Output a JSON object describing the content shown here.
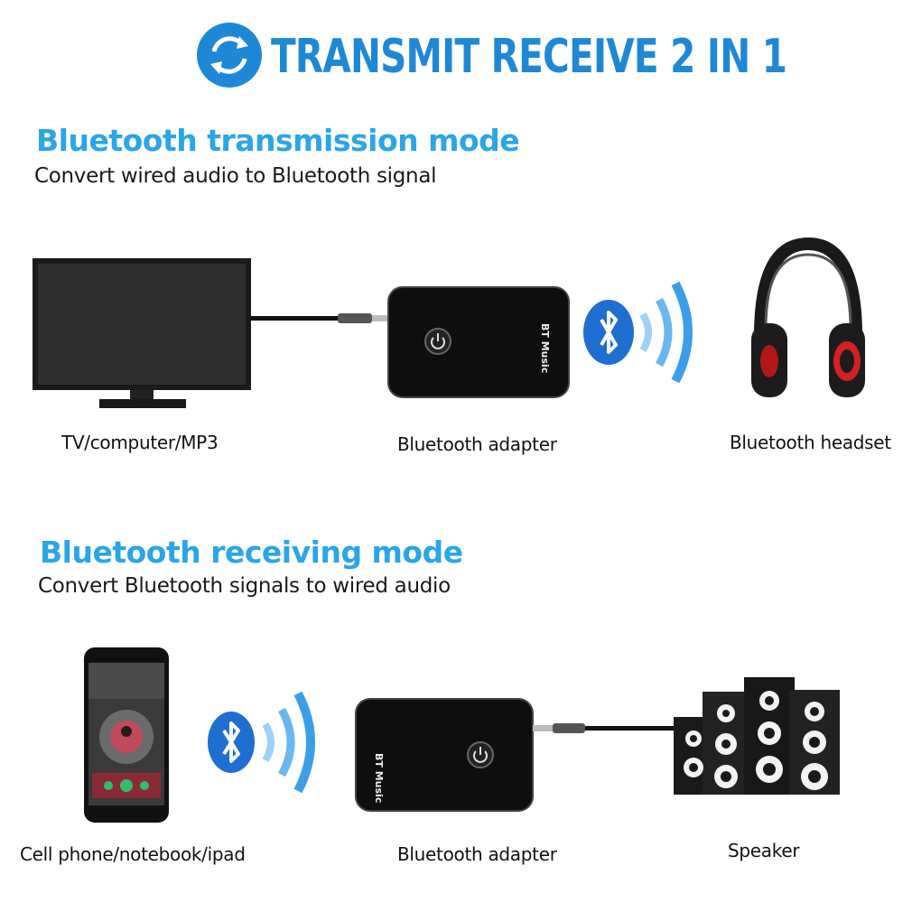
{
  "header": {
    "title": "TRANSMIT RECEIVE 2 IN 1",
    "icon": "sync-arrows-icon",
    "accent_color": "#1f88d6"
  },
  "transmission": {
    "title": "Bluetooth transmission mode",
    "subtitle": "Convert wired audio to Bluetooth signal",
    "devices": [
      {
        "label": "TV/computer/MP3",
        "icon": "tv-monitor-icon"
      },
      {
        "label": "Bluetooth adapter",
        "icon": "bluetooth-adapter-icon",
        "device_text": "BT  Music"
      },
      {
        "label": "Bluetooth headset",
        "icon": "headphones-icon"
      }
    ]
  },
  "receiving": {
    "title": "Bluetooth receiving mode",
    "subtitle": "Convert Bluetooth signals to wired audio",
    "devices": [
      {
        "label": "Cell phone/notebook/ipad",
        "icon": "smartphone-icon"
      },
      {
        "label": "Bluetooth adapter",
        "icon": "bluetooth-adapter-icon",
        "device_text": "BT  Music"
      },
      {
        "label": "Speaker",
        "icon": "speaker-icon"
      }
    ]
  },
  "colors": {
    "title_blue": "#2aa5e8",
    "bluetooth_blue": "#1e6fd0",
    "device_black": "#111111"
  }
}
